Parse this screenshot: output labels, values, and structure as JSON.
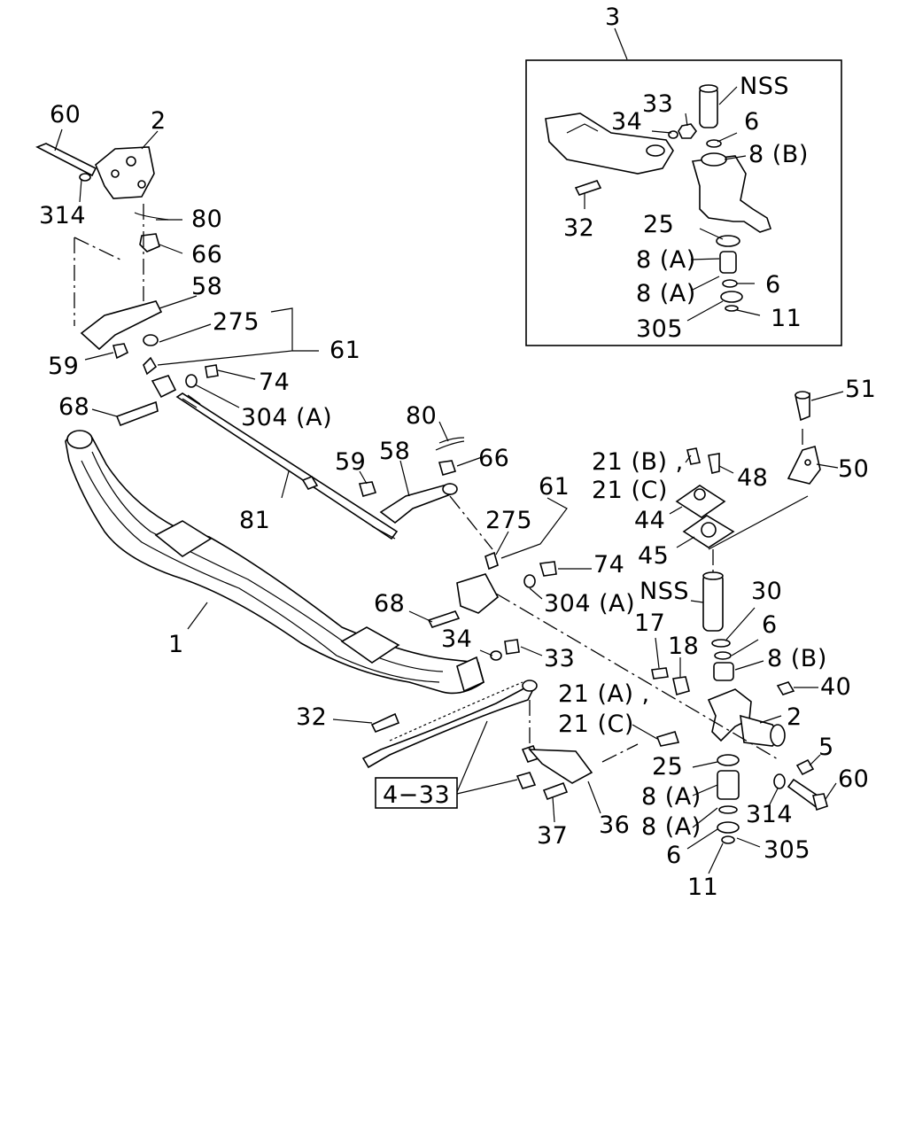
{
  "callouts": {
    "assembly_3": "3",
    "nss_top": "NSS",
    "c33_top": "33",
    "c34_top": "34",
    "c6_top": "6",
    "c8b_top": "8 (B)",
    "c32_top": "32",
    "c25_top": "25",
    "c8a1_top": "8 (A)",
    "c8a2_top": "8 (A)",
    "c6_top2": "6",
    "c305_top": "305",
    "c11_top": "11",
    "c60_l": "60",
    "c2_l": "2",
    "c314_l": "314",
    "c80_l": "80",
    "c66_l": "66",
    "c58_l": "58",
    "c275_l": "275",
    "c61_l": "61",
    "c59_l": "59",
    "c74_l": "74",
    "c68_l": "68",
    "c304a_l": "304 (A)",
    "c80_m": "80",
    "c59_m": "59",
    "c58_m": "58",
    "c66_m": "66",
    "c81": "81",
    "c61_m": "61",
    "c275_m": "275",
    "c74_m": "74",
    "c68_m": "68",
    "c304a_m": "304 (A)",
    "c1": "1",
    "c34_m": "34",
    "c33_m": "33",
    "c32_m": "32",
    "c433": "4−33",
    "c37": "37",
    "c36": "36",
    "c51": "51",
    "c50": "50",
    "c21b": "21 (B) ,",
    "c21c_a": "21 (C)",
    "c48": "48",
    "c44": "44",
    "c45": "45",
    "nss_r": "NSS",
    "c30": "30",
    "c6_r1": "6",
    "c8b_r": "8 (B)",
    "c17": "17",
    "c18": "18",
    "c40": "40",
    "c21a": "21 (A) ,",
    "c21c_b": "21 (C)",
    "c2_r": "2",
    "c5": "5",
    "c25_r": "25",
    "c8a1_r": "8 (A)",
    "c8a2_r": "8 (A)",
    "c6_r2": "6",
    "c314_r": "314",
    "c305_r": "305",
    "c60_r": "60",
    "c11_r": "11"
  }
}
